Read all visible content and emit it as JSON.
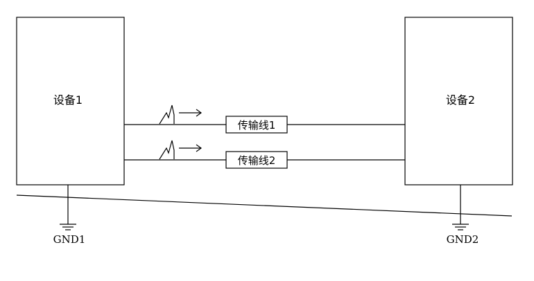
{
  "devices": {
    "left": "设备1",
    "right": "设备2"
  },
  "lines": {
    "line1": "传输线1",
    "line2": "传输线2"
  },
  "grounds": {
    "left": "GND1",
    "right": "GND2"
  }
}
